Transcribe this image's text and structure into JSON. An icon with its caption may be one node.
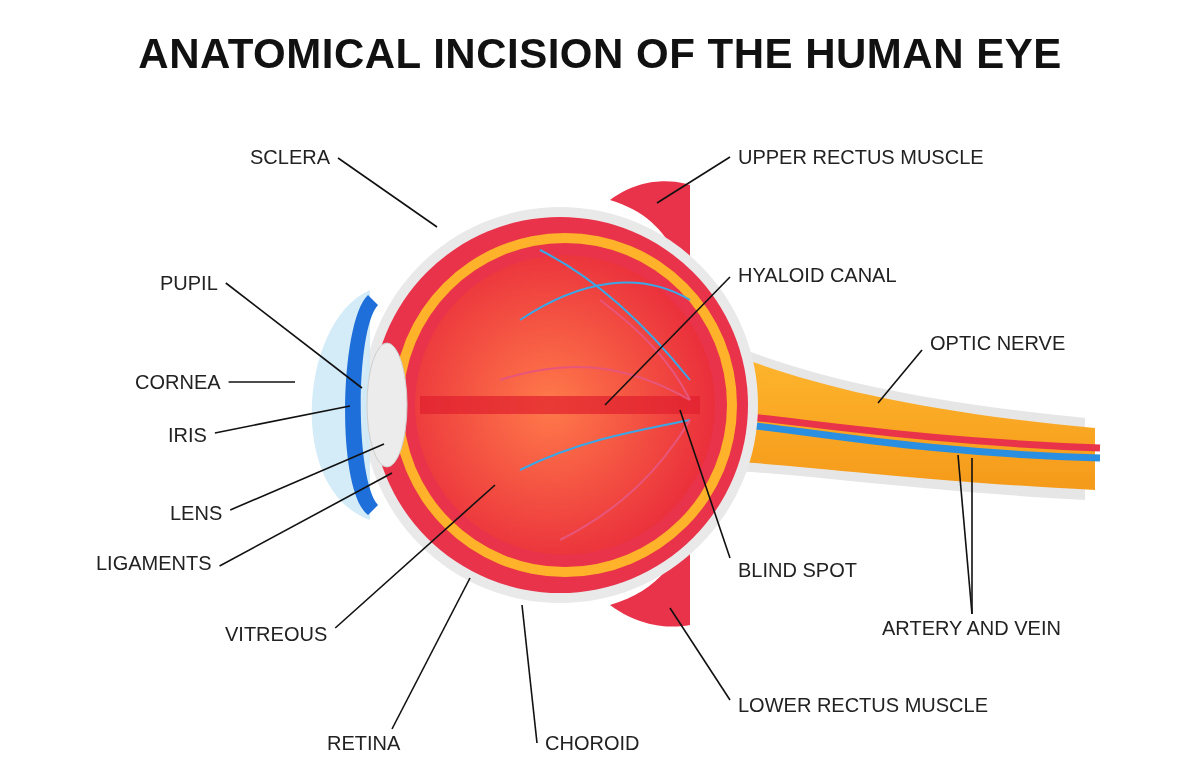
{
  "diagram": {
    "title": "ANATOMICAL INCISION OF THE HUMAN EYE",
    "nodes": [
      {
        "text": [
          "SCLERA"
        ]
      },
      {
        "text": [
          "UPPER RECTUS MUSCLE"
        ]
      },
      {
        "text": [
          "PUPIL"
        ]
      },
      {
        "text": [
          "HYALOID CANAL"
        ]
      },
      {
        "text": [
          "OPTIC NERVE"
        ]
      },
      {
        "text": [
          "CORNEA"
        ]
      },
      {
        "text": [
          "IRIS"
        ]
      },
      {
        "text": [
          "LENS"
        ]
      },
      {
        "text": [
          "LIGAMENTS"
        ]
      },
      {
        "text": [
          "BLIND SPOT"
        ]
      },
      {
        "text": [
          "ARTERY AND VEIN"
        ]
      },
      {
        "text": [
          "VITREOUS"
        ]
      },
      {
        "text": [
          "LOWER RECTUS MUSCLE"
        ]
      },
      {
        "text": [
          "RETINA"
        ]
      },
      {
        "text": [
          "CHOROID"
        ]
      }
    ],
    "edges": [
      {
        "from": 0,
        "to": null,
        "arrow": "none"
      },
      {
        "from": 1,
        "to": null,
        "arrow": "none"
      },
      {
        "from": 2,
        "to": null,
        "arrow": "none"
      },
      {
        "from": 3,
        "to": null,
        "arrow": "none"
      },
      {
        "from": 4,
        "to": null,
        "arrow": "none"
      },
      {
        "from": 5,
        "to": null,
        "arrow": "none"
      },
      {
        "from": 6,
        "to": null,
        "arrow": "none"
      },
      {
        "from": 7,
        "to": null,
        "arrow": "none"
      },
      {
        "from": 8,
        "to": null,
        "arrow": "none"
      },
      {
        "from": 9,
        "to": null,
        "arrow": "none"
      },
      {
        "from": 10,
        "to": null,
        "arrow": "none"
      },
      {
        "from": 10,
        "to": null,
        "arrow": "none"
      },
      {
        "from": 11,
        "to": null,
        "arrow": "none"
      },
      {
        "from": 12,
        "to": null,
        "arrow": "none"
      },
      {
        "from": 13,
        "to": null,
        "arrow": "none"
      },
      {
        "from": 14,
        "to": null,
        "arrow": "none"
      }
    ]
  }
}
